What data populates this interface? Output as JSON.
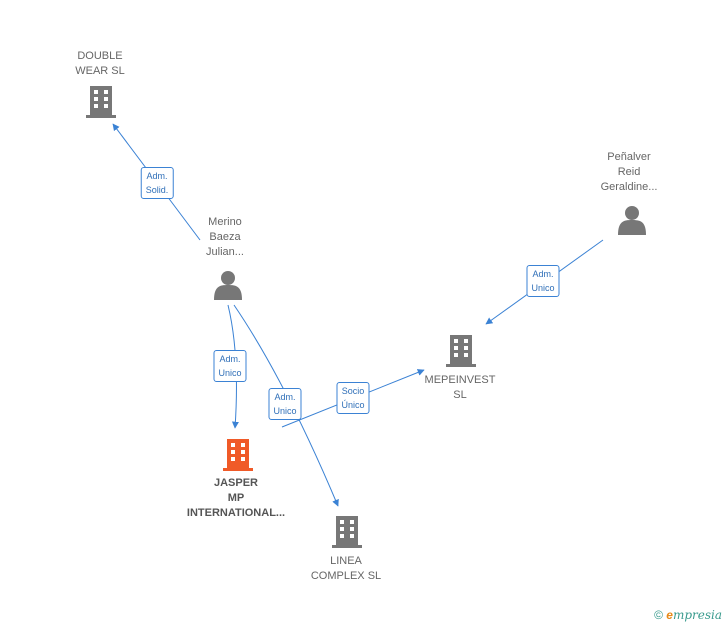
{
  "nodes": {
    "double_wear": {
      "lines": [
        "DOUBLE",
        "WEAR  SL"
      ],
      "icon": "building-icon",
      "color": "#777777"
    },
    "merino": {
      "lines": [
        "Merino",
        "Baeza",
        "Julian..."
      ],
      "icon": "person-icon",
      "color": "#777777"
    },
    "penalver": {
      "lines": [
        "Peñalver",
        "Reid",
        "Geraldine..."
      ],
      "icon": "person-icon",
      "color": "#777777"
    },
    "mepeinvest": {
      "lines": [
        "MEPEINVEST",
        "SL"
      ],
      "icon": "building-icon",
      "color": "#777777"
    },
    "jasper": {
      "lines": [
        "JASPER",
        "MP",
        "INTERNATIONAL..."
      ],
      "icon": "building-icon",
      "color": "#f05a28"
    },
    "linea": {
      "lines": [
        "LINEA",
        "COMPLEX  SL"
      ],
      "icon": "building-icon",
      "color": "#777777"
    }
  },
  "edges": {
    "adm_solid": [
      "Adm.",
      "Solid."
    ],
    "adm_unico_jasper": [
      "Adm.",
      "Unico"
    ],
    "adm_unico_linea": [
      "Adm.",
      "Unico"
    ],
    "socio_unico": [
      "Socio",
      "Único"
    ],
    "adm_unico_mepe": [
      "Adm.",
      "Unico"
    ]
  },
  "colors": {
    "edge": "#3b82d4"
  },
  "brand": {
    "copyright": "©",
    "e": "e",
    "rest": "mpresia"
  }
}
